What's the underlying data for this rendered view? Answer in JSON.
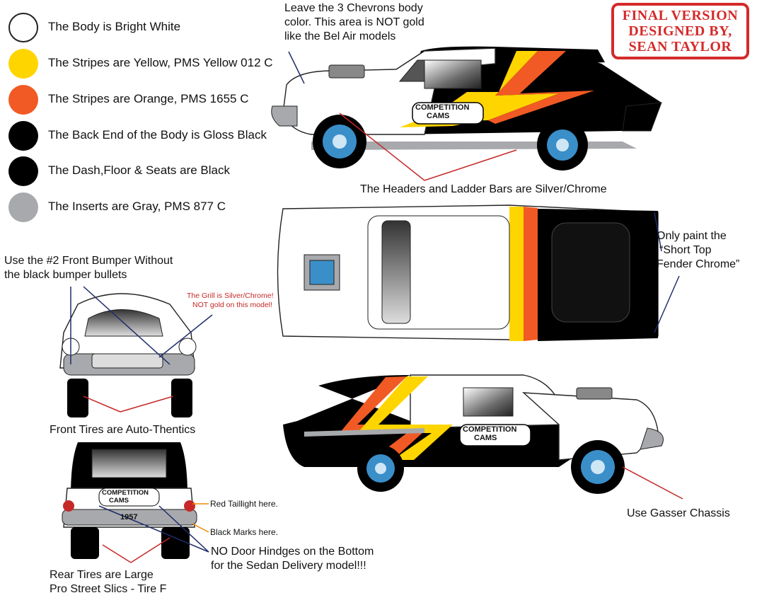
{
  "legend": [
    {
      "label": "The Body is Bright White",
      "color": "#ffffff",
      "border": "#222222"
    },
    {
      "label": "The Stripes are Yellow, PMS Yellow 012 C",
      "color": "#ffd500",
      "border": "#ffd500"
    },
    {
      "label": "The Stripes are Orange, PMS 1655 C",
      "color": "#f15a24",
      "border": "#f15a24"
    },
    {
      "label": "The Back End of the Body is Gloss Black",
      "color": "#000000",
      "border": "#000000"
    },
    {
      "label": "The Dash,Floor & Seats are Black",
      "color": "#000000",
      "border": "#000000"
    },
    {
      "label": "The Inserts are Gray, PMS 877 C",
      "color": "#a7a9ac",
      "border": "#a7a9ac"
    }
  ],
  "stamp": {
    "line1": "FINAL VERSION",
    "line2": "DESIGNED BY,",
    "line3": "SEAN TAYLOR",
    "color": "#d42a2a"
  },
  "notes": {
    "chevrons_l1": "Leave the 3 Chevrons body",
    "chevrons_l2": "color. This area is NOT gold",
    "chevrons_l3": "like the Bel Air models",
    "headers": "The Headers and Ladder Bars are Silver/Chrome",
    "fender_l1": "Only paint the",
    "fender_l2": "“Short Top",
    "fender_l3": "Fender Chrome”",
    "bumper_l1": "Use the #2 Front Bumper Without",
    "bumper_l2": "the black bumper bullets",
    "grill_l1": "The Grill is Silver/Chrome!",
    "grill_l2": "NOT gold on this model!",
    "front_tires": "Front Tires are Auto-Thentics",
    "gasser": "Use Gasser Chassis",
    "taillight": "Red Taillight here.",
    "black_marks": "Black Marks here.",
    "hinges_l1": "NO Door Hindges on the Bottom",
    "hinges_l2": "for the Sedan Delivery model!!!",
    "rear_tires_l1": "Rear Tires are Large",
    "rear_tires_l2": "Pro Street Slics - Tire F"
  },
  "vehicle": {
    "logo_line1": "COMPETITION",
    "logo_line2": "CAMS",
    "plate": "1957"
  },
  "colors": {
    "yellow": "#ffd500",
    "orange": "#f15a24",
    "black": "#000000",
    "gray": "#a7a9ac",
    "line": "#1f2d6b",
    "red_line": "#c62828",
    "orange_line": "#f08c00",
    "tire_blue": "#3a8fc9"
  }
}
